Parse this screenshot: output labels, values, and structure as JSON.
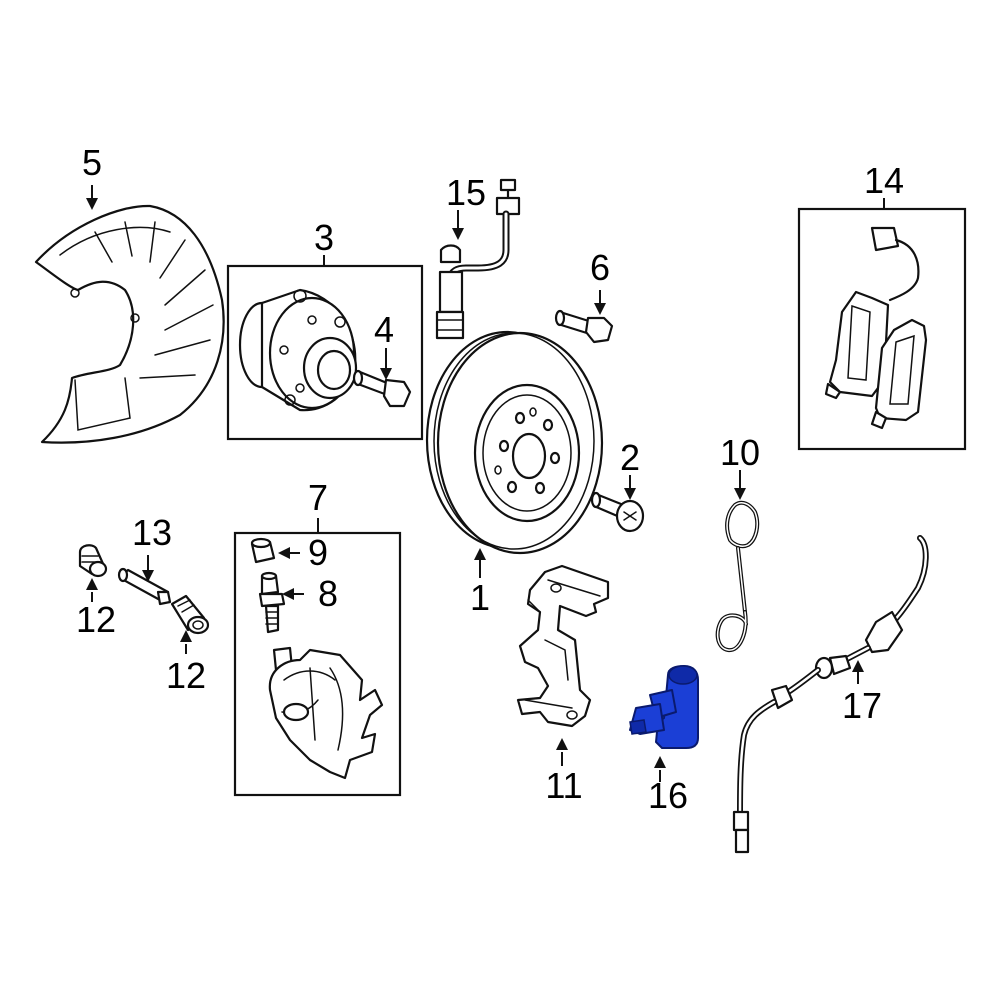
{
  "callouts": {
    "c1": "1",
    "c2": "2",
    "c3": "3",
    "c4": "4",
    "c5": "5",
    "c6": "6",
    "c7": "7",
    "c8": "8",
    "c9": "9",
    "c10": "10",
    "c11": "11",
    "c12a": "12",
    "c12b": "12",
    "c13": "13",
    "c14": "14",
    "c15": "15",
    "c16": "16",
    "c17": "17"
  },
  "colors": {
    "highlight": "#1b3fd6",
    "line": "#111111",
    "background": "#ffffff"
  }
}
